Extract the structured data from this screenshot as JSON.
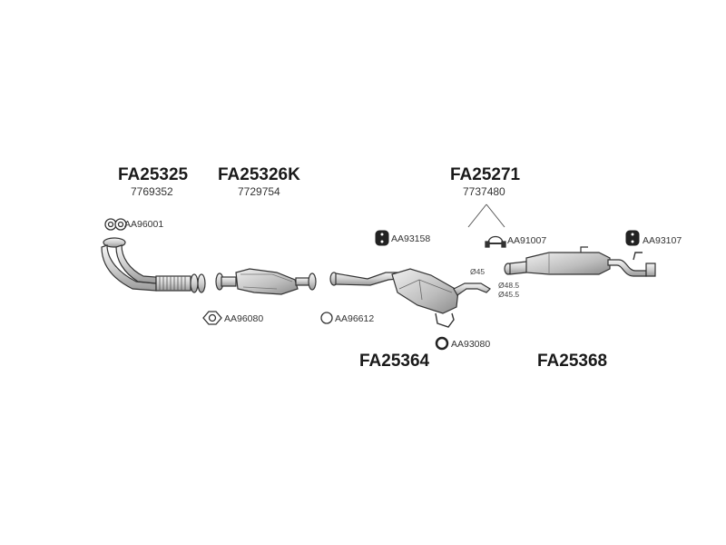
{
  "groups": {
    "front_pipe": {
      "code": "FA25325",
      "oem": "7769352"
    },
    "catalyst": {
      "code": "FA25326K",
      "oem": "7729754"
    },
    "rear_silencer_set": {
      "code": "FA25271",
      "oem": "7737480"
    },
    "middle_silencer": {
      "code": "FA25364"
    },
    "rear_silencer": {
      "code": "FA25368"
    }
  },
  "accessories": {
    "gasket_manifold": "AA96001",
    "gasket_cat": "AA96080",
    "ring_gasket": "AA96612",
    "rubber_mount_mid": "AA93158",
    "clamp": "AA91007",
    "rubber_mount_rear": "AA93107",
    "ring_mount": "AA93080"
  },
  "dimensions": {
    "d45": "Ø45",
    "d48": "Ø48.5",
    "d45_5": "Ø45.5"
  },
  "colors": {
    "line": "#333333",
    "fill_light": "#e6e6e6",
    "fill_mid": "#c9c9c9",
    "fill_dark": "#8a8a8a"
  }
}
